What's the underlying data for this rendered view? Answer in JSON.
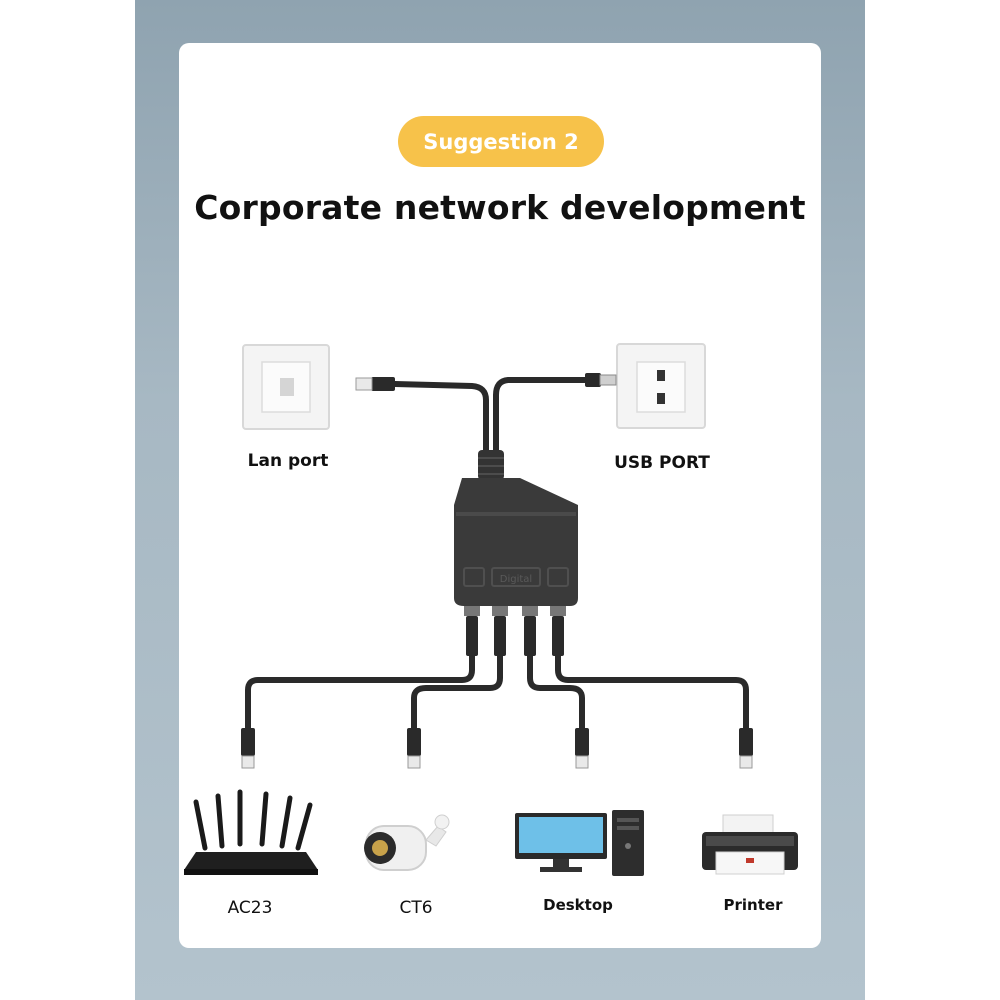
{
  "badge": {
    "text": "Suggestion 2"
  },
  "headline": "Corporate network development",
  "hub": {
    "brand_text": "Digital"
  },
  "inputs": [
    {
      "label": "Lan port",
      "icon": "wall-lan-socket-icon"
    },
    {
      "label": "USB PORT",
      "icon": "wall-usb-socket-icon"
    }
  ],
  "devices": [
    {
      "label": "AC23",
      "icon": "router-icon"
    },
    {
      "label": "CT6",
      "icon": "security-camera-icon"
    },
    {
      "label": "Desktop",
      "icon": "desktop-computer-icon"
    },
    {
      "label": "Printer",
      "icon": "printer-icon"
    }
  ],
  "colors": {
    "badge": "#f7c24a",
    "cable": "#2a2a2a",
    "hub": "#3a3a3a",
    "background": "#a7b8c3"
  }
}
